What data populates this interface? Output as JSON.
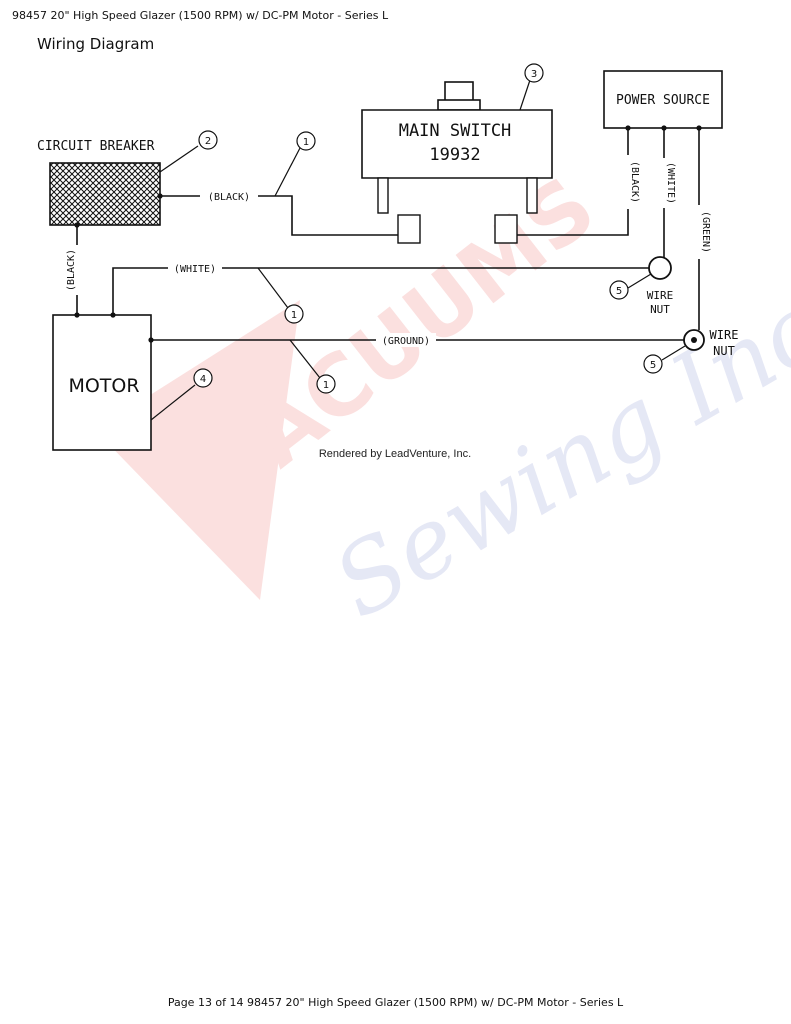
{
  "header": {
    "text": "98457 20\" High Speed Glazer (1500 RPM) w/ DC-PM Motor - Series L"
  },
  "section_title": "Wiring Diagram",
  "footer": {
    "text": "Page 13 of 14 98457 20\" High Speed Glazer (1500 RPM) w/ DC-PM Motor - Series L"
  },
  "diagram": {
    "circuit_breaker": {
      "label": "CIRCUIT BREAKER",
      "callout": "2"
    },
    "main_switch": {
      "line1": "MAIN SWITCH",
      "line2": "19932",
      "callout": "3"
    },
    "power_source": {
      "label": "POWER SOURCE"
    },
    "motor": {
      "label": "MOTOR",
      "callout": "4"
    },
    "wire_nut_1": {
      "line1": "WIRE",
      "line2": "NUT",
      "callout": "5"
    },
    "wire_nut_2": {
      "line1": "WIRE",
      "line2": "NUT",
      "callout": "5"
    },
    "wires": {
      "cb_to_switch": "(BLACK)",
      "cb_to_motor": "(BLACK)",
      "motor_white": "(WHITE)",
      "ground": "(GROUND)",
      "ps_black": "(BLACK)",
      "ps_white": "(WHITE)",
      "ps_green": "(GREEN)"
    },
    "wire_callouts": [
      "1",
      "1",
      "1"
    ],
    "rendered_by": "Rendered by LeadVenture, Inc.",
    "watermark": {
      "line1": "VACUUMS",
      "line2": "Sewing Inc",
      "color_red": "#e53935",
      "color_blue": "#5c6bc0"
    }
  }
}
